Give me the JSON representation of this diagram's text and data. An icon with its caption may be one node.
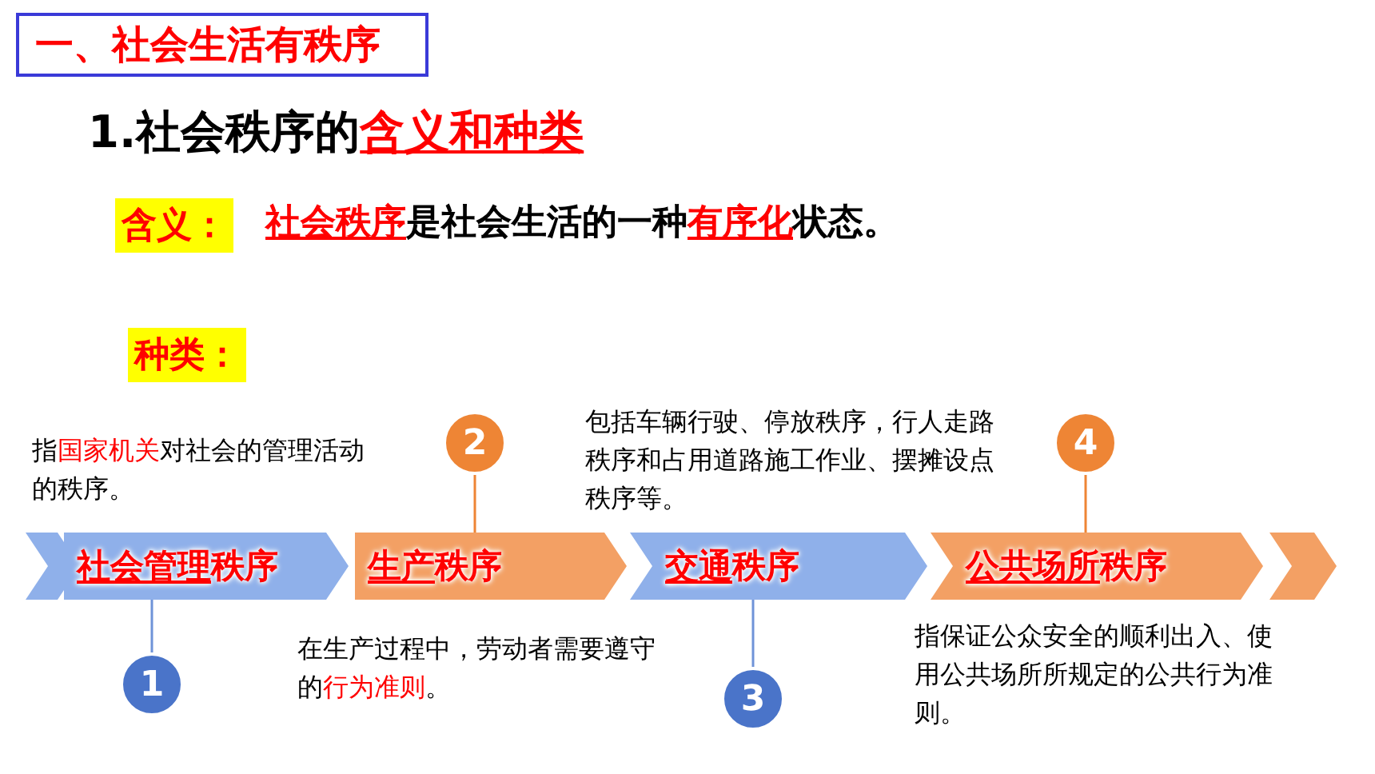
{
  "diagram": {
    "title": "一、社会生活有秩序",
    "nodes": [
      {
        "text": [],
        "shape": "chevron"
      },
      {
        "text": [
          "**社会管理**秩序"
        ],
        "beside": [
          "指**国家机关**对社会的管理活动的秩序。"
        ]
      },
      {
        "text": [
          "**生产**秩序"
        ],
        "beside": [
          "在生产过程中，劳动者需要遵守的**行为准则**。"
        ]
      },
      {
        "text": [
          "**交通**秩序"
        ],
        "beside": [
          "包括车辆行驶、停放秩序，行人走路秩序和占用道路施工作业、摆摊设点秩序等。"
        ]
      },
      {
        "text": [
          "**公共场所**秩序"
        ],
        "beside": [
          "指保证公众安全的顺利出入、使用公共场所所规定的公共行为准则。"
        ]
      },
      {
        "text": [],
        "shape": "chevron"
      },
      {
        "text": [
          "1"
        ]
      },
      {
        "text": [
          "2"
        ]
      },
      {
        "text": [
          "3"
        ]
      },
      {
        "text": [
          "4"
        ]
      }
    ],
    "edges": [
      {
        "from": 6,
        "to": 1,
        "arrow": "none",
        "color": "#6f93d8"
      },
      {
        "from": 7,
        "to": 2,
        "arrow": "none",
        "color": "#ee8535"
      },
      {
        "from": 8,
        "to": 3,
        "arrow": "none",
        "color": "#6f93d8"
      },
      {
        "from": 9,
        "to": 4,
        "arrow": "none",
        "color": "#ee8535"
      }
    ],
    "labels": [
      "1.社会秩序的**含义和种类**",
      "含义：",
      "**社会秩序**是社会生活的一种**有序化**状态。",
      "种类："
    ]
  }
}
